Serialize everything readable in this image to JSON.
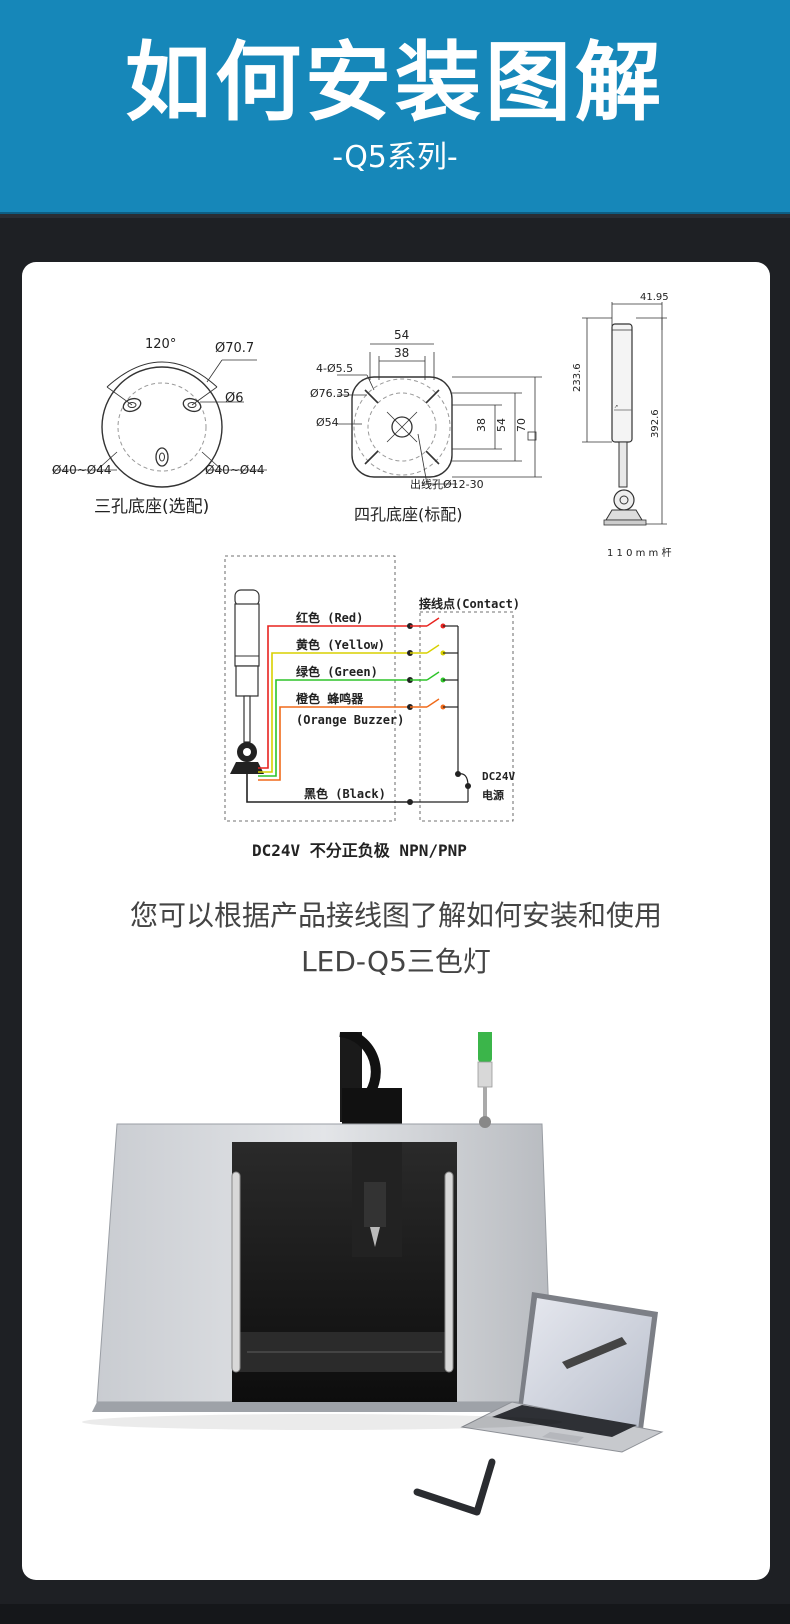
{
  "header": {
    "title": "如何安装图解",
    "subtitle": "-Q5系列-"
  },
  "base3": {
    "angle": "120°",
    "d_outer": "Ø70.7",
    "d_hole": "Ø6",
    "d_left": "Ø40~Ø44",
    "d_right": "Ø40~Ø44",
    "caption": "三孔底座(选配)"
  },
  "base4": {
    "w54": "54",
    "w38": "38",
    "holes": "4-Ø5.5",
    "d7635": "Ø76.35",
    "d54": "Ø54",
    "h38": "38",
    "h54": "54",
    "h70": "70",
    "outlet": "出线孔Ø12-30",
    "caption": "四孔底座(标配)"
  },
  "side": {
    "width": "41.95",
    "h_upper": "233.6",
    "h_total": "392.6",
    "rod": "1 1 0 m m 杆"
  },
  "wiring": {
    "contact": "接线点(Contact)",
    "wires": [
      {
        "label": "红色 (Red)",
        "color": "#e8231f"
      },
      {
        "label": "黄色 (Yellow)",
        "color": "#d8d000"
      },
      {
        "label": "绿色 (Green)",
        "color": "#2ec42a"
      },
      {
        "label": "橙色 蜂鸣器",
        "color": "#f06a1a"
      }
    ],
    "buzzer_en": "(Orange Buzzer)",
    "black": "黑色  (Black)",
    "power1": "DC24V",
    "power2": "电源",
    "caption": "DC24V 不分正负极 NPN/PNP"
  },
  "description": {
    "line1": "您可以根据产品接线图了解如何安装和使用",
    "line2": "LED-Q5三色灯"
  },
  "colors": {
    "header_bg": "#1687b9",
    "page_bg": "#1e2024",
    "card_bg": "#ffffff"
  }
}
